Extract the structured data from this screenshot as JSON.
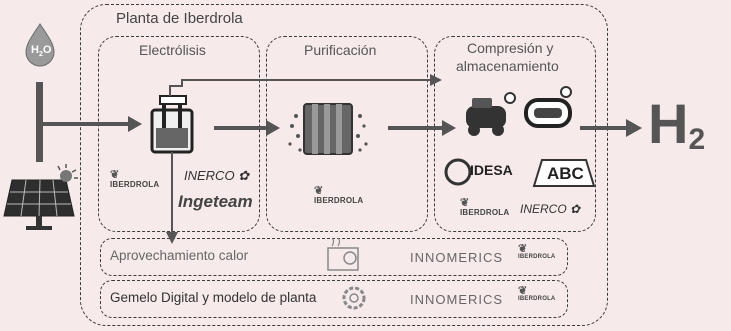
{
  "plant_title": "Planta de Iberdrola",
  "stages": {
    "electrolysis": "Electrólisis",
    "purification": "Purificación",
    "compression_line1": "Compresión y",
    "compression_line2": "almacenamiento"
  },
  "water_label_top": "H",
  "water_label_sub": "2",
  "water_label_end": "O",
  "product_h": "H",
  "product_sub": "2",
  "rows": {
    "heat": "Aprovechamiento calor",
    "twin": "Gemelo Digital y modelo de planta"
  },
  "partners": {
    "iberdrola": "IBERDROLA",
    "inerco": "INERCO",
    "ingeteam": "Ingeteam",
    "idesa": "IDESA",
    "abc": "ABC",
    "innomerics": "INNOMERICS"
  }
}
